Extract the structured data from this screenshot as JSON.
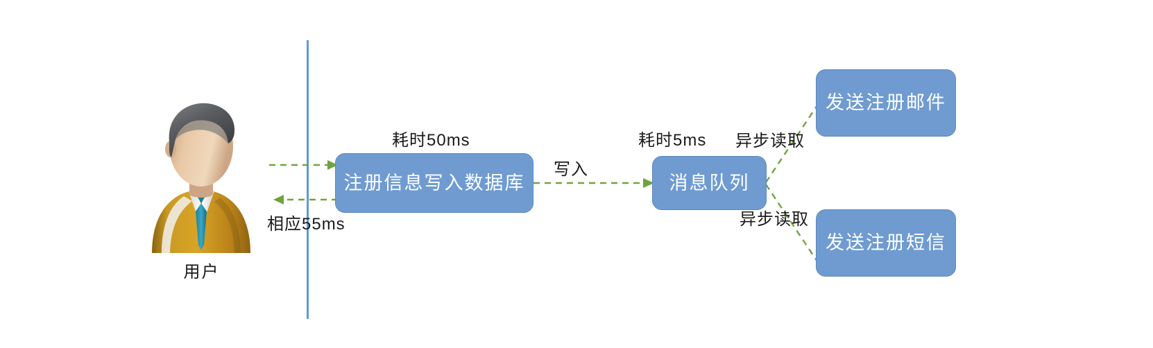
{
  "diagram": {
    "title": "用户注册异步消息队列流程图",
    "colors": {
      "node_fill": "#6f9bd1",
      "node_border": "#5b87bd",
      "node_text": "#ffffff",
      "connector": "#70A33F",
      "boundary_line": "#5b9bd5",
      "label_text": "#1a1a1a"
    },
    "actor": {
      "icon": "user-avatar-icon",
      "label": "用户"
    },
    "boundary": {
      "name": "system-boundary-line"
    },
    "nodes": [
      {
        "id": "db",
        "label": "注册信息写入数据库",
        "caption": "耗时50ms"
      },
      {
        "id": "mq",
        "label": "消息队列",
        "caption": "耗时5ms"
      },
      {
        "id": "mail",
        "label": "发送注册邮件",
        "caption": ""
      },
      {
        "id": "sms",
        "label": "发送注册短信",
        "caption": ""
      }
    ],
    "edges": [
      {
        "id": "user-to-db",
        "label": "",
        "style": "dashed-arrow"
      },
      {
        "id": "db-to-user",
        "label": "相应55ms",
        "style": "dashed-arrow"
      },
      {
        "id": "db-to-mq",
        "label": "写入",
        "style": "dashed-arrow"
      },
      {
        "id": "mq-to-mail",
        "label": "异步读取",
        "style": "dashed"
      },
      {
        "id": "mq-to-sms",
        "label": "异步读取",
        "style": "dashed"
      }
    ],
    "labels": {
      "cost_50ms": "耗时50ms",
      "cost_5ms": "耗时5ms",
      "response_55ms": "相应55ms",
      "write": "写入",
      "async_read_top": "异步读取",
      "async_read_bottom": "异步读取",
      "user": "用户"
    }
  }
}
